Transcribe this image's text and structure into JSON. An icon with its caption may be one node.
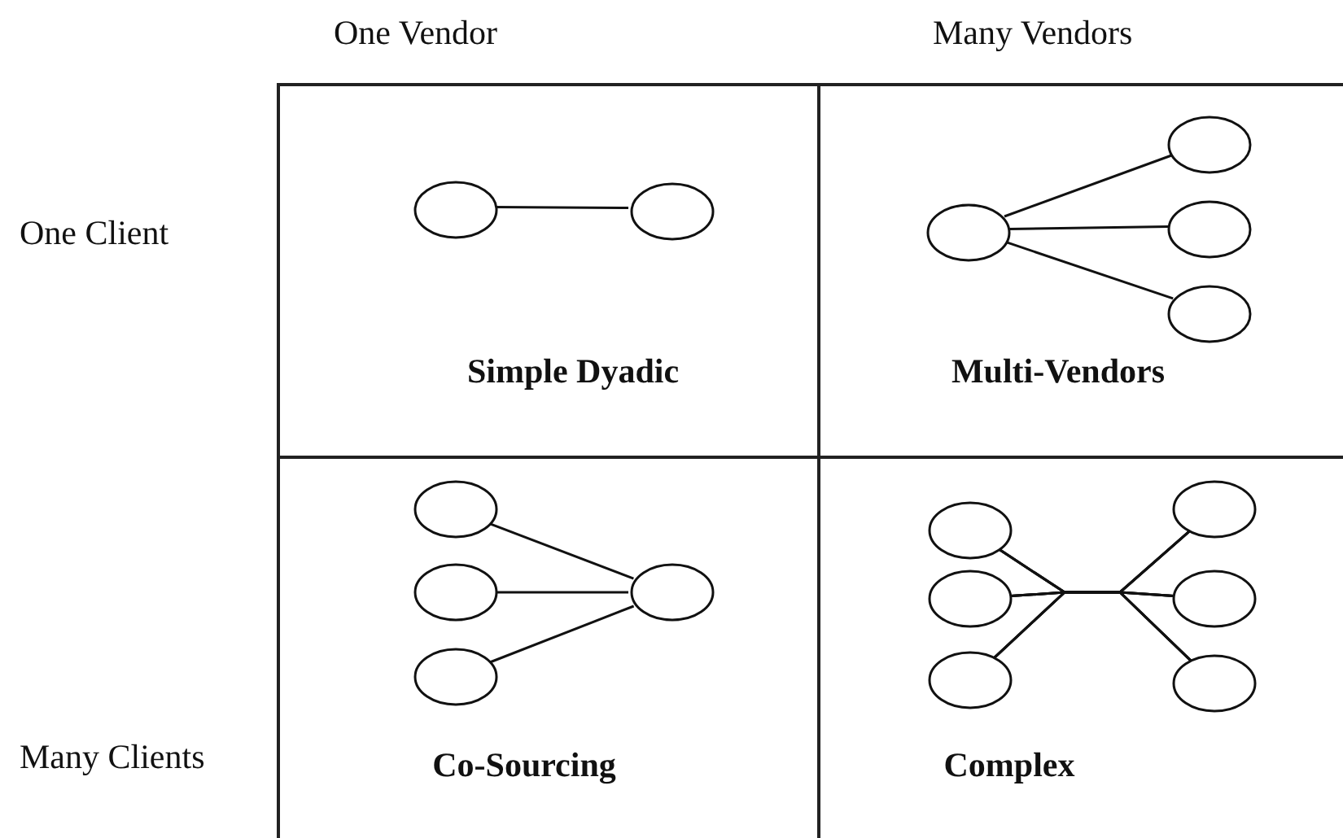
{
  "diagram": {
    "nodes": [
      {
        "text": [
          "Simple Dyadic"
        ]
      },
      {
        "text": [],
        "shape": "circle",
        "in": 0
      },
      {
        "text": [],
        "shape": "circle",
        "in": 0
      },
      {
        "text": [
          "Multi-Vendors"
        ]
      },
      {
        "text": [],
        "shape": "circle",
        "in": 3
      },
      {
        "text": [],
        "shape": "circle",
        "in": 3
      },
      {
        "text": [],
        "shape": "circle",
        "in": 3
      },
      {
        "text": [],
        "shape": "circle",
        "in": 3
      },
      {
        "text": [
          "Co-Sourcing"
        ]
      },
      {
        "text": [],
        "shape": "circle",
        "in": 8
      },
      {
        "text": [],
        "shape": "circle",
        "in": 8
      },
      {
        "text": [],
        "shape": "circle",
        "in": 8
      },
      {
        "text": [],
        "shape": "circle",
        "in": 8
      },
      {
        "text": [
          "Complex"
        ]
      },
      {
        "text": [],
        "shape": "circle",
        "in": 13
      },
      {
        "text": [],
        "shape": "circle",
        "in": 13
      },
      {
        "text": [],
        "shape": "circle",
        "in": 13
      },
      {
        "text": [],
        "shape": "circle",
        "in": 13
      },
      {
        "text": [],
        "shape": "circle",
        "in": 13
      },
      {
        "text": [],
        "shape": "circle",
        "in": 13
      }
    ],
    "edges": [
      {
        "from": 1,
        "to": 2,
        "arrow": "none"
      },
      {
        "from": 4,
        "to": 5,
        "arrow": "none"
      },
      {
        "from": 4,
        "to": 6,
        "arrow": "none"
      },
      {
        "from": 4,
        "to": 7,
        "arrow": "none"
      },
      {
        "from": 9,
        "to": 12,
        "arrow": "none"
      },
      {
        "from": 10,
        "to": 12,
        "arrow": "none"
      },
      {
        "from": 11,
        "to": 12,
        "arrow": "none"
      },
      {
        "from": 14,
        "to": 17,
        "arrow": "none"
      },
      {
        "from": 14,
        "to": 18,
        "arrow": "none"
      },
      {
        "from": 14,
        "to": 19,
        "arrow": "none"
      },
      {
        "from": 15,
        "to": 17,
        "arrow": "none"
      },
      {
        "from": 15,
        "to": 18,
        "arrow": "none"
      },
      {
        "from": 15,
        "to": 19,
        "arrow": "none"
      },
      {
        "from": 16,
        "to": 17,
        "arrow": "none"
      },
      {
        "from": 16,
        "to": 18,
        "arrow": "none"
      },
      {
        "from": 16,
        "to": 19,
        "arrow": "none"
      }
    ],
    "labels": [
      "One Vendor",
      "Many Vendors",
      "One Client",
      "Many Clients"
    ]
  }
}
